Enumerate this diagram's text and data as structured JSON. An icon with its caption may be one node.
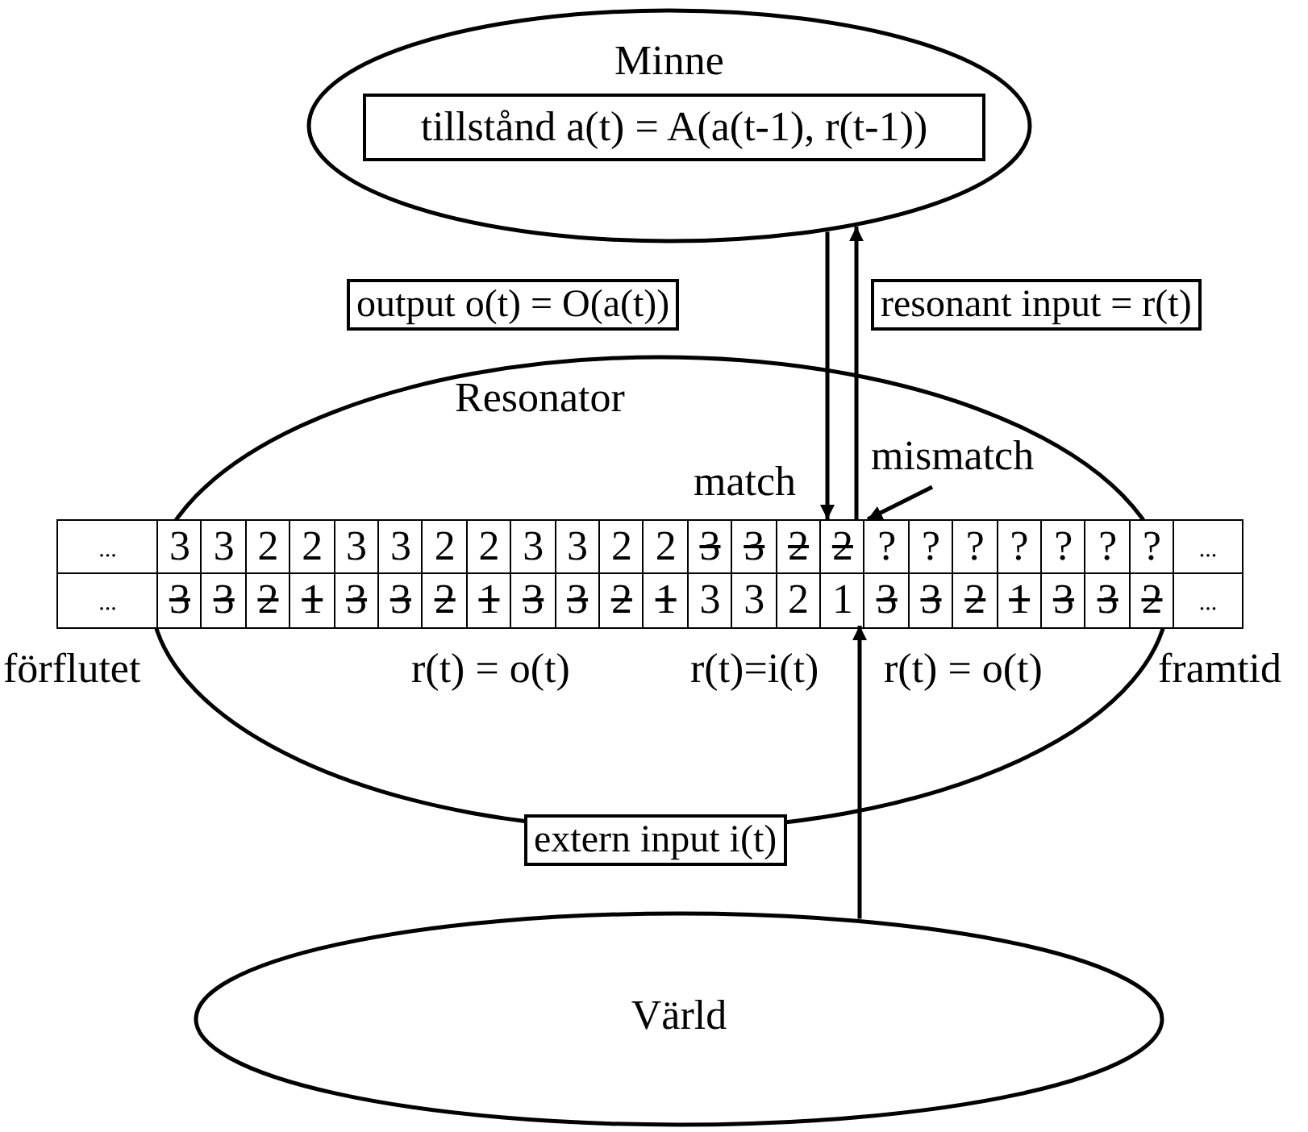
{
  "diagram": {
    "nodes": [
      {
        "text": [
          "Minne"
        ]
      },
      {
        "text": [
          "tillstånd a(t) = A(a(t-1), r(t-1))"
        ],
        "in": 0
      },
      {
        "text": [
          "Resonator"
        ]
      },
      {
        "text": [
          "Värld"
        ]
      },
      {
        "text": [],
        "shape": "table"
      },
      {
        "text": [
          "mismatch"
        ],
        "in": 2
      }
    ],
    "edges": [
      {
        "from": 0,
        "to": 4,
        "arrow": "to",
        "label": "output o(t) = O(a(t))"
      },
      {
        "from": 4,
        "to": 0,
        "arrow": "to",
        "label": "resonant input = r(t)"
      },
      {
        "from": 3,
        "to": 4,
        "arrow": "to",
        "label": "extern input i(t)"
      },
      {
        "from": 5,
        "to": 4,
        "arrow": "to"
      }
    ],
    "labels": [
      "match",
      "...",
      "3",
      "3",
      "2",
      "2",
      "3",
      "3",
      "2",
      "2",
      "3",
      "3",
      "2",
      "2",
      "3",
      "3",
      "2",
      "2",
      "?",
      "?",
      "?",
      "?",
      "?",
      "?",
      "?",
      "...",
      "...",
      "3",
      "3",
      "2",
      "1",
      "3",
      "3",
      "2",
      "1",
      "3",
      "3",
      "2",
      "1",
      "3",
      "3",
      "2",
      "1",
      "3",
      "3",
      "2",
      "1",
      "3",
      "3",
      "2",
      "...",
      "förflutet",
      "r(t) = o(t)",
      "r(t)=i(t)",
      "r(t) = o(t)",
      "framtid"
    ]
  }
}
